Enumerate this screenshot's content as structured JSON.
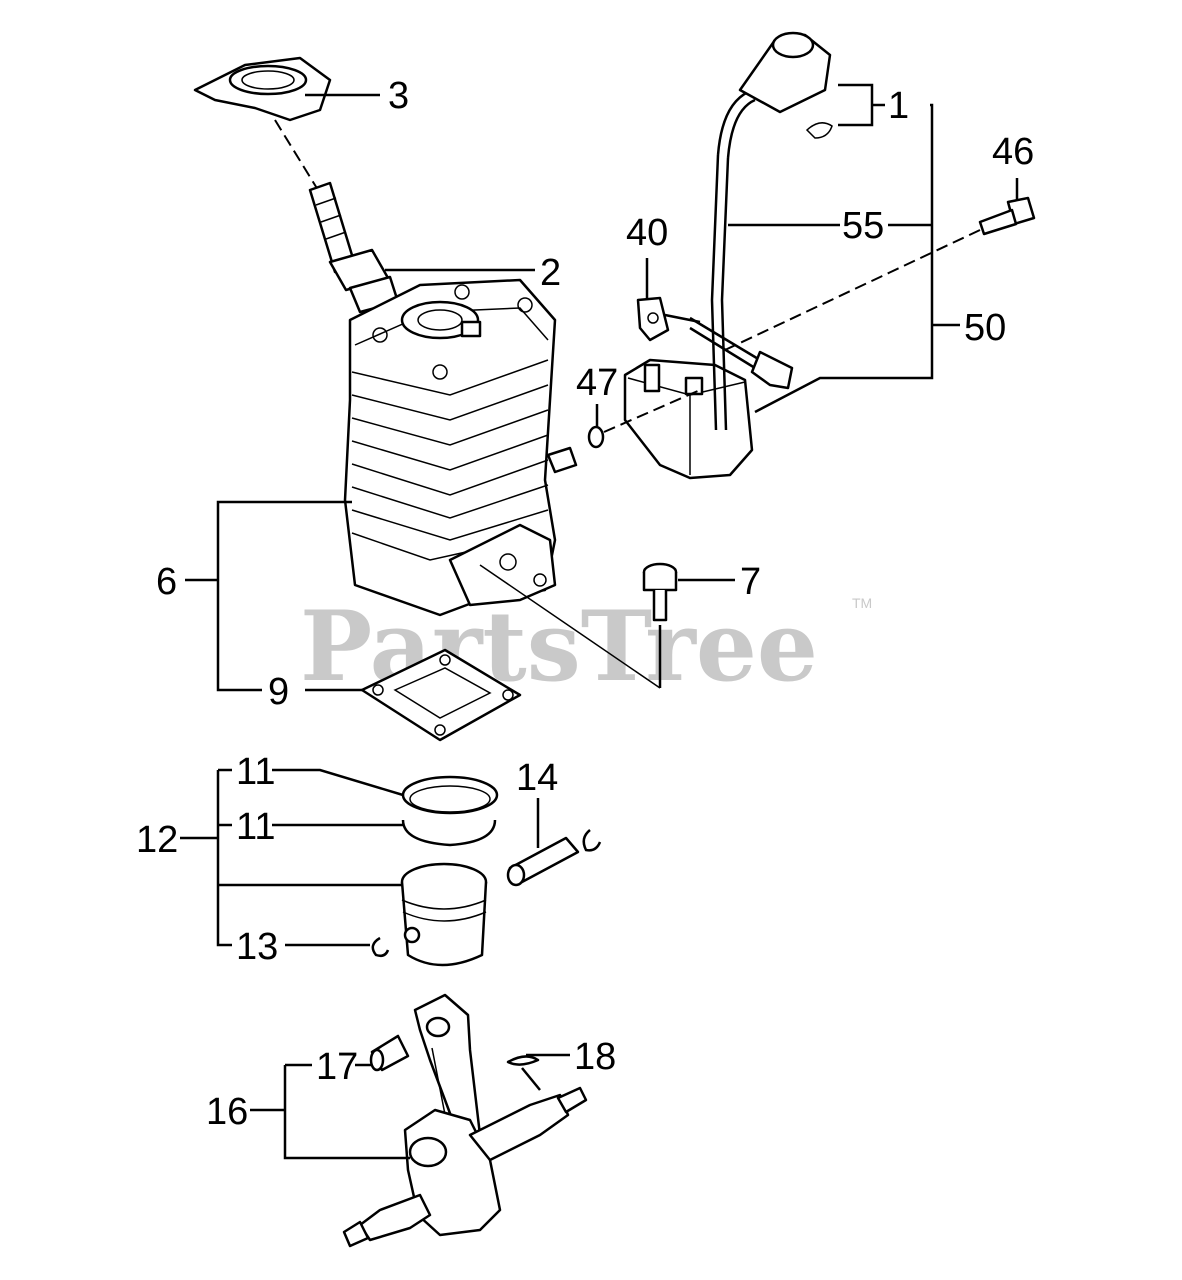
{
  "watermark": {
    "text": "PartsTree",
    "tm": "TM"
  },
  "callouts": {
    "c1": "1",
    "c2": "2",
    "c3": "3",
    "c6": "6",
    "c7": "7",
    "c9": "9",
    "c11a": "11",
    "c11b": "11",
    "c12": "12",
    "c13": "13",
    "c14": "14",
    "c16": "16",
    "c17": "17",
    "c18": "18",
    "c40": "40",
    "c46": "46",
    "c47": "47",
    "c50": "50",
    "c55": "55"
  },
  "colors": {
    "line": "#000000",
    "watermark": "#c9c9c9",
    "background": "#ffffff"
  }
}
